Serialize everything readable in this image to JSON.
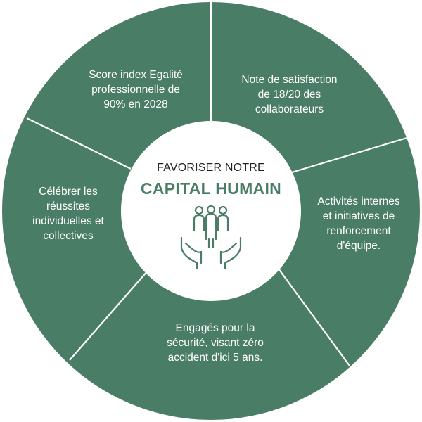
{
  "colors": {
    "segment_fill": "#4a7d66",
    "divider": "#ffffff",
    "center_fill": "#ffffff",
    "title_accent": "#4a7d66",
    "icon_stroke": "#4a7d66"
  },
  "center": {
    "line1": "FAVORISER NOTRE",
    "line2": "CAPITAL HUMAIN",
    "icon": "people-in-hands-icon"
  },
  "segments": [
    {
      "label": "Score index Egalité\nprofessionnelle de\n90% en 2028"
    },
    {
      "label": "Note de satisfaction\nde 18/20 des\ncollaborateurs"
    },
    {
      "label": "Activités internes\net initiatives de\nrenforcement\nd'équipe."
    },
    {
      "label": "Engagés pour la\nsécurité, visant zéro\naccident d'ici 5 ans."
    },
    {
      "label": "Célébrer les\nréussites\nindividuelles et\ncollectives"
    }
  ]
}
